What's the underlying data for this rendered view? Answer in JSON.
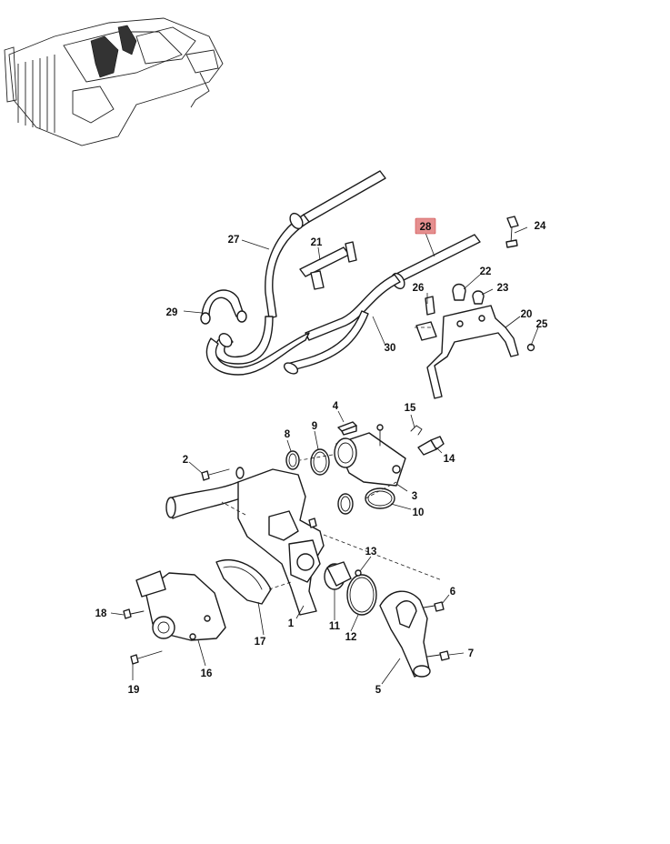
{
  "callouts": [
    {
      "id": "1",
      "label": "1"
    },
    {
      "id": "2",
      "label": "2"
    },
    {
      "id": "3",
      "label": "3"
    },
    {
      "id": "4",
      "label": "4"
    },
    {
      "id": "5",
      "label": "5"
    },
    {
      "id": "6",
      "label": "6"
    },
    {
      "id": "7",
      "label": "7"
    },
    {
      "id": "8",
      "label": "8"
    },
    {
      "id": "9",
      "label": "9"
    },
    {
      "id": "10",
      "label": "10"
    },
    {
      "id": "11",
      "label": "11"
    },
    {
      "id": "12",
      "label": "12"
    },
    {
      "id": "13",
      "label": "13"
    },
    {
      "id": "14",
      "label": "14"
    },
    {
      "id": "15",
      "label": "15"
    },
    {
      "id": "16",
      "label": "16"
    },
    {
      "id": "17",
      "label": "17"
    },
    {
      "id": "18",
      "label": "18"
    },
    {
      "id": "19",
      "label": "19"
    },
    {
      "id": "20",
      "label": "20"
    },
    {
      "id": "21",
      "label": "21"
    },
    {
      "id": "22",
      "label": "22"
    },
    {
      "id": "23",
      "label": "23"
    },
    {
      "id": "24",
      "label": "24"
    },
    {
      "id": "25",
      "label": "25"
    },
    {
      "id": "26",
      "label": "26"
    },
    {
      "id": "27",
      "label": "27"
    },
    {
      "id": "28",
      "label": "28",
      "highlighted": true
    },
    {
      "id": "29",
      "label": "29"
    },
    {
      "id": "30",
      "label": "30"
    }
  ],
  "highlight_color": "#e58f8f",
  "line_color": "#1a1a1a"
}
